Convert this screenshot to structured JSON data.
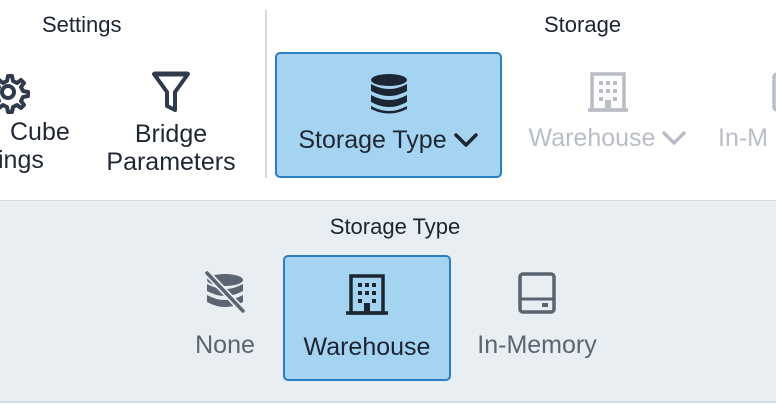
{
  "ribbon": {
    "settings_group": {
      "title": "Settings",
      "cube_settings_label": "Cube\nings",
      "cube_settings_line1": "Cube",
      "cube_settings_line2": "ings",
      "bridge_line1": "Bridge",
      "bridge_line2": "Parameters"
    },
    "storage_group": {
      "title": "Storage",
      "storage_type_label": "Storage Type",
      "warehouse_label": "Warehouse",
      "inmemory_label": "In-M"
    }
  },
  "storage_type_panel": {
    "title": "Storage Type",
    "options": [
      {
        "label": "None",
        "selected": false
      },
      {
        "label": "Warehouse",
        "selected": true
      },
      {
        "label": "In-Memory",
        "selected": false
      }
    ]
  },
  "colors": {
    "selected_fill": "#a5d3f2",
    "selected_border": "#2b7fc1",
    "icon_dark": "#2f3b4c",
    "disabled": "#b9bec6",
    "panel_bg": "#e9eef2"
  }
}
